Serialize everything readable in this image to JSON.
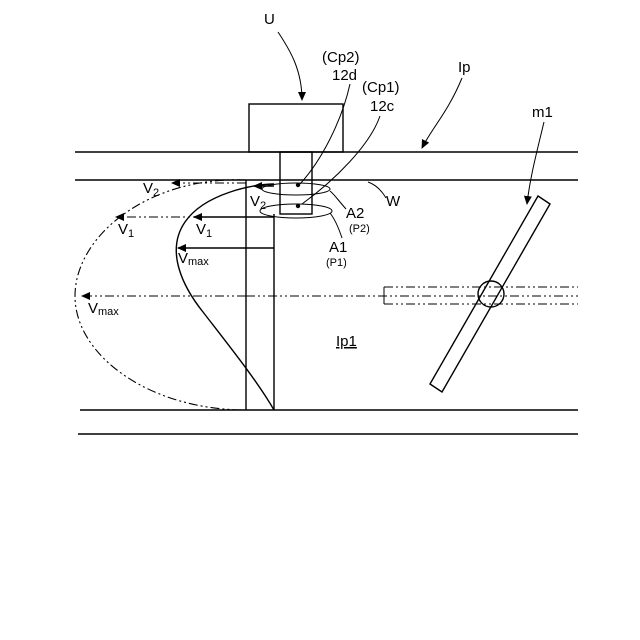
{
  "labels": {
    "unit": "U",
    "cp2": "(Cp2)",
    "cp2_ref": "12d",
    "cp1": "(Cp1)",
    "cp1_ref": "12c",
    "pipe": "Ip",
    "mixer": "m1",
    "wall": "W",
    "region_a2": "A2",
    "region_p2": "(P2)",
    "region_a1": "A1",
    "region_p1": "(P1)",
    "inner_region": "Ip1"
  },
  "velocity": {
    "v": "V",
    "sub_1": "1",
    "sub_2": "2",
    "sub_max": "max"
  }
}
